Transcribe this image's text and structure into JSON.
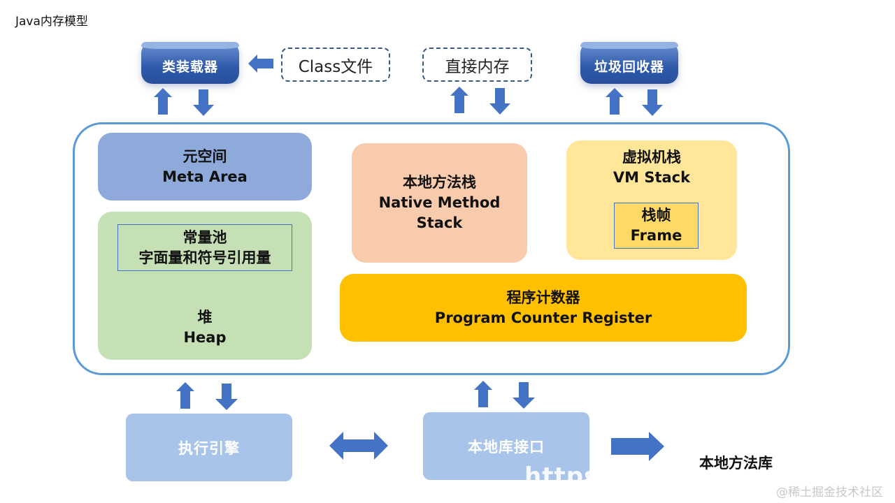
{
  "page": {
    "title": "Java内存模型"
  },
  "top": {
    "class_loader": "类装载器",
    "class_file": "Class文件",
    "direct_memory": "直接内存",
    "garbage_collector": "垃圾回收器"
  },
  "jvm": {
    "meta_area": {
      "cn": "元空间",
      "en": "Meta Area"
    },
    "heap": {
      "constant_pool": {
        "line1": "常量池",
        "line2": "字面量和符号引用量"
      },
      "cn": "堆",
      "en": "Heap"
    },
    "native_method_stack": {
      "cn": "本地方法栈",
      "en_line1": "Native Method",
      "en_line2": "Stack"
    },
    "vm_stack": {
      "cn": "虚拟机栈",
      "en": "VM Stack",
      "frame": {
        "cn": "栈帧",
        "en": "Frame"
      }
    },
    "program_counter": {
      "cn": "程序计数器",
      "en": "Program Counter Register"
    }
  },
  "bottom": {
    "execution_engine": "执行引擎",
    "native_interface": "本地库接口",
    "native_library": "本地方法库"
  },
  "watermark": {
    "url_fragment": "https:",
    "credit": "@稀土掘金技术社区"
  },
  "colors": {
    "arrow": "#4472c4",
    "jvm_border": "#5b9bd5",
    "meta_area": "#8eaadb",
    "heap": "#c5e0b4",
    "native_method_stack": "#f8cbad",
    "vm_stack": "#ffe699",
    "frame": "#ffd966",
    "program_counter": "#ffc000",
    "bottom_box": "#a9c4eb"
  }
}
